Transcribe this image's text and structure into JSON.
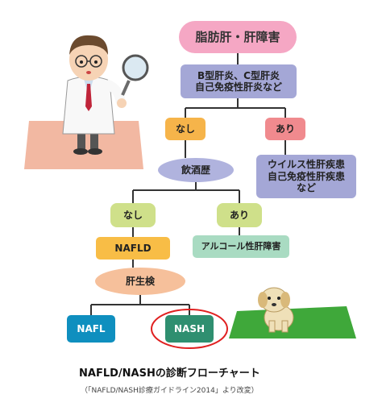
{
  "flowchart": {
    "root": "脂肪肝・肝障害",
    "hepatitis": "B型肝炎、C型肝炎\n自己免疫性肝炎など",
    "none_1": "なし",
    "yes_1": "あり",
    "drinking_history": "飲酒歴",
    "virus": "ウイルス性肝疾患\n自己免疫性肝疾患\nなど",
    "none_2": "なし",
    "yes_2": "あり",
    "nafld": "NAFLD",
    "alcoholic": "アルコール性肝障害",
    "liver_biopsy": "肝生検",
    "nafl": "NAFL",
    "nash": "NASH"
  },
  "caption": {
    "title": "NAFLD/NASHの診断フローチャート",
    "source": "（「NAFLD/NASH診療ガイドライン2014」より改変）"
  },
  "colors": {
    "root": "#f5a7c4",
    "purple_box": "#a4a7d6",
    "orange": "#f6b44a",
    "red": "#f08a8e",
    "green_light": "#cfe08a",
    "mint": "#a9dbc2",
    "peach": "#f6c09b",
    "nafl": "#0f8fbf",
    "nash": "#2f8f70",
    "highlight_circle": "#e02020",
    "grass": "#3fa83a",
    "mat": "#f2b8a2"
  }
}
